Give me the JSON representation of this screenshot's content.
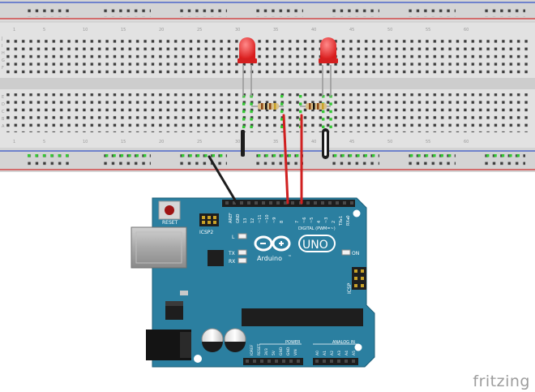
{
  "breadboard": {
    "col_numbers": [
      "1",
      "5",
      "10",
      "15",
      "20",
      "25",
      "30",
      "35",
      "40",
      "45",
      "50",
      "55",
      "60"
    ],
    "row_letters_top": [
      "J",
      "I",
      "H",
      "G",
      "F"
    ],
    "row_letters_bottom": [
      "E",
      "D",
      "C",
      "B",
      "A"
    ]
  },
  "arduino": {
    "reset_label": "RESET",
    "icsp2_label": "ICSP2",
    "icsp_label": "ICSP",
    "led_l": "L",
    "led_tx": "TX",
    "led_rx": "RX",
    "on_label": "ON",
    "brand": "Arduino",
    "tm": "™",
    "model": "UNO",
    "digital_label": "DIGITAL (PWM=~)",
    "aref": "AREF",
    "gnd_top": "GND",
    "pin13": "13",
    "pin12": "12",
    "pin11": "~11",
    "pin10": "~10",
    "pin9": "~9",
    "pin8": "8",
    "pin7": "7",
    "pin6": "~6",
    "pin5": "~5",
    "pin4": "4",
    "pin3": "~3",
    "pin2": "2",
    "tx1": "TX▸1",
    "rx0": "RX◂0",
    "power_label": "POWER",
    "analog_label": "ANALOG IN",
    "power_pins": [
      "IOREF",
      "RESET",
      "3V3",
      "5V",
      "GND",
      "GND",
      "VIN"
    ],
    "analog_pins": [
      "A0",
      "A1",
      "A2",
      "A3",
      "A4",
      "A5"
    ]
  },
  "watermark": "fritzing",
  "colors": {
    "board": "#2b7fa0",
    "breadboard": "#dadada",
    "rail_red": "#d12f2f",
    "rail_blue": "#3350c7",
    "wire_red": "#d02020",
    "wire_black": "#1d1d1d",
    "led": "#e62d2d"
  }
}
